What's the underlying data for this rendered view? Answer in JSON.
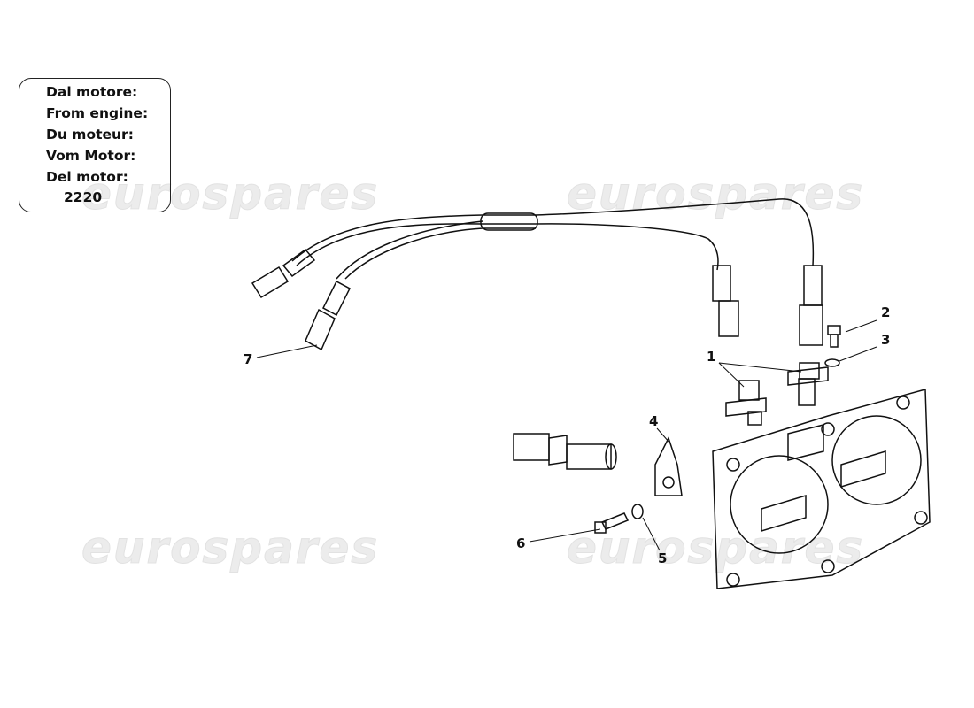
{
  "watermark": "eurospares",
  "info_box": {
    "lines": [
      "Dal motore:",
      "From engine:",
      "Du moteur:",
      "Vom Motor:",
      "Del motor:"
    ],
    "number": "2220"
  },
  "callouts": [
    "1",
    "2",
    "3",
    "4",
    "5",
    "6",
    "7"
  ]
}
